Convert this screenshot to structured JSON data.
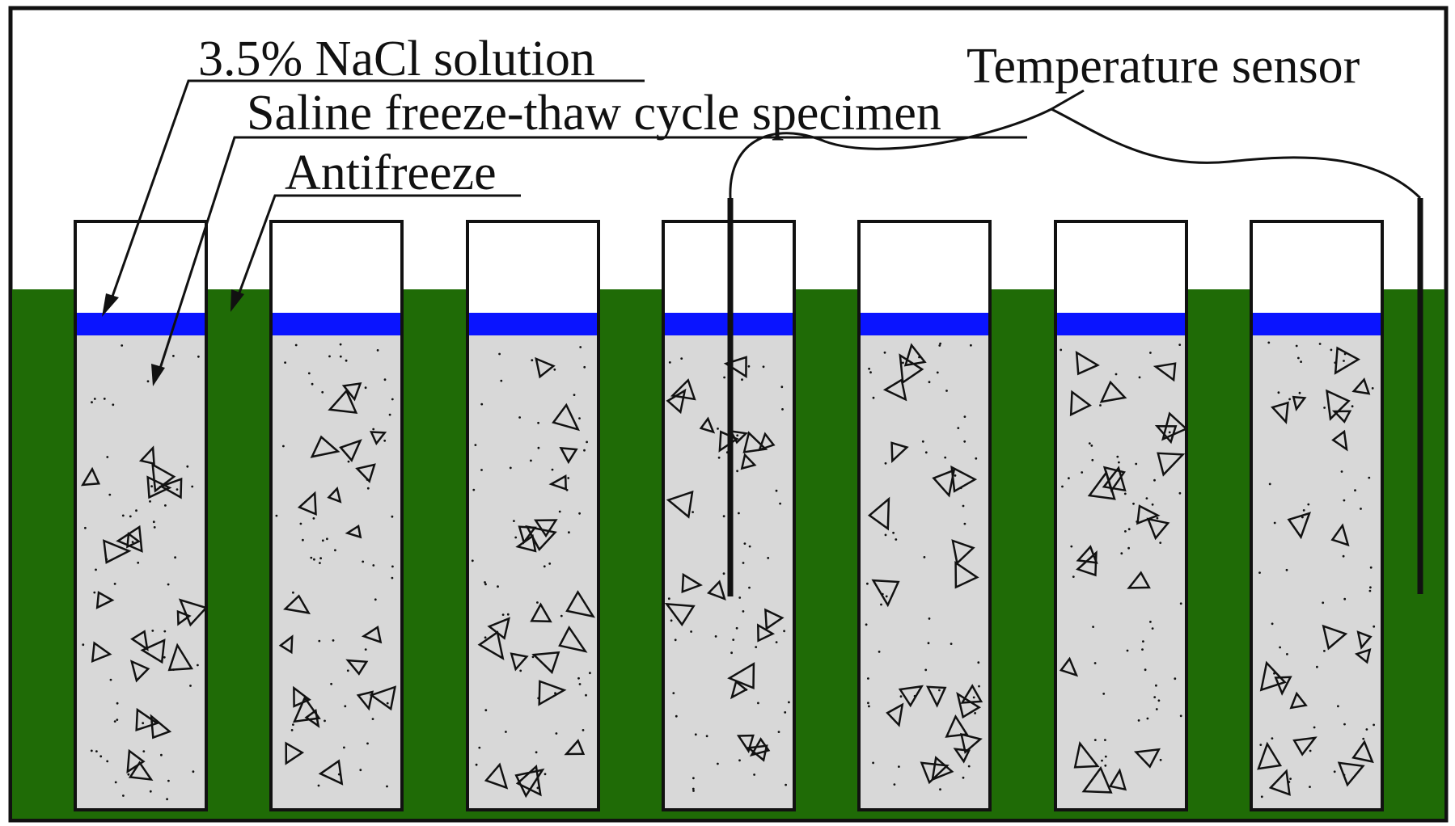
{
  "labels": {
    "nacl_solution": "3.5% NaCl solution",
    "specimen": "Saline freeze-thaw cycle specimen",
    "antifreeze": "Antifreeze",
    "temperature_sensor": "Temperature sensor"
  },
  "colors": {
    "antifreeze": "#1f6b06",
    "nacl_solution": "#0a14ff",
    "specimen": "#d8d8d8",
    "outline": "#111111",
    "background": "#ffffff"
  },
  "specimens": {
    "count": 7
  }
}
